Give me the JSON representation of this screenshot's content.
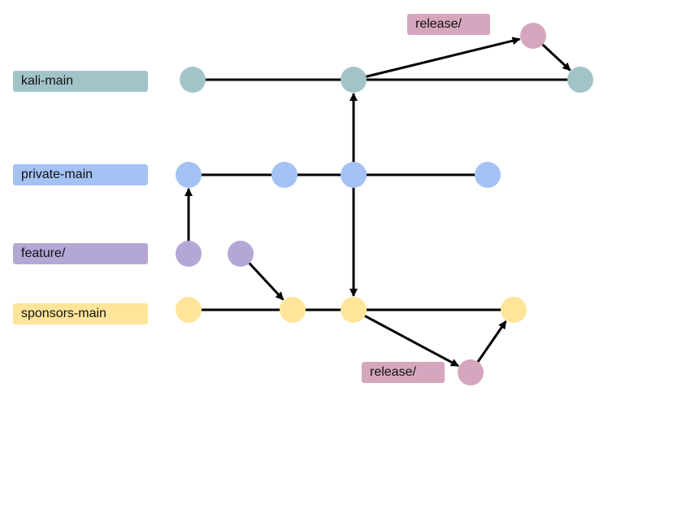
{
  "branches": {
    "kali": {
      "label": "kali-main",
      "color": "#a2c4c9"
    },
    "private": {
      "label": "private-main",
      "color": "#a4c2f4"
    },
    "feature": {
      "label": "feature/",
      "color": "#b4a7d6"
    },
    "sponsors": {
      "label": "sponsors-main",
      "color": "#ffe599"
    },
    "release_top": {
      "label": "release/",
      "color": "#d5a6bd"
    },
    "release_bottom": {
      "label": "release/",
      "color": "#d5a6bd"
    }
  },
  "edge_color": "#000000",
  "nodes": [
    {
      "id": "k1",
      "branch": "kali"
    },
    {
      "id": "k2",
      "branch": "kali"
    },
    {
      "id": "k3",
      "branch": "kali"
    },
    {
      "id": "rt",
      "branch": "release_top"
    },
    {
      "id": "p1",
      "branch": "private"
    },
    {
      "id": "p2",
      "branch": "private"
    },
    {
      "id": "p3",
      "branch": "private"
    },
    {
      "id": "p4",
      "branch": "private"
    },
    {
      "id": "f1",
      "branch": "feature"
    },
    {
      "id": "f2",
      "branch": "feature"
    },
    {
      "id": "s1",
      "branch": "sponsors"
    },
    {
      "id": "s2",
      "branch": "sponsors"
    },
    {
      "id": "s3",
      "branch": "sponsors"
    },
    {
      "id": "s4",
      "branch": "sponsors"
    },
    {
      "id": "rb",
      "branch": "release_bottom"
    }
  ],
  "edges": [
    {
      "from": "k1",
      "to": "k2",
      "arrow": false
    },
    {
      "from": "k2",
      "to": "k3",
      "arrow": false
    },
    {
      "from": "k2",
      "to": "rt",
      "arrow": true
    },
    {
      "from": "rt",
      "to": "k3",
      "arrow": true
    },
    {
      "from": "p3",
      "to": "k2",
      "arrow": true
    },
    {
      "from": "p1",
      "to": "p2",
      "arrow": false
    },
    {
      "from": "p2",
      "to": "p3",
      "arrow": false
    },
    {
      "from": "p3",
      "to": "p4",
      "arrow": false
    },
    {
      "from": "f1",
      "to": "p1",
      "arrow": true
    },
    {
      "from": "f2",
      "to": "s2",
      "arrow": true
    },
    {
      "from": "p3",
      "to": "s3",
      "arrow": true
    },
    {
      "from": "s1",
      "to": "s2",
      "arrow": false
    },
    {
      "from": "s2",
      "to": "s3",
      "arrow": false
    },
    {
      "from": "s3",
      "to": "s4",
      "arrow": false
    },
    {
      "from": "s3",
      "to": "rb",
      "arrow": true
    },
    {
      "from": "rb",
      "to": "s4",
      "arrow": true
    }
  ]
}
